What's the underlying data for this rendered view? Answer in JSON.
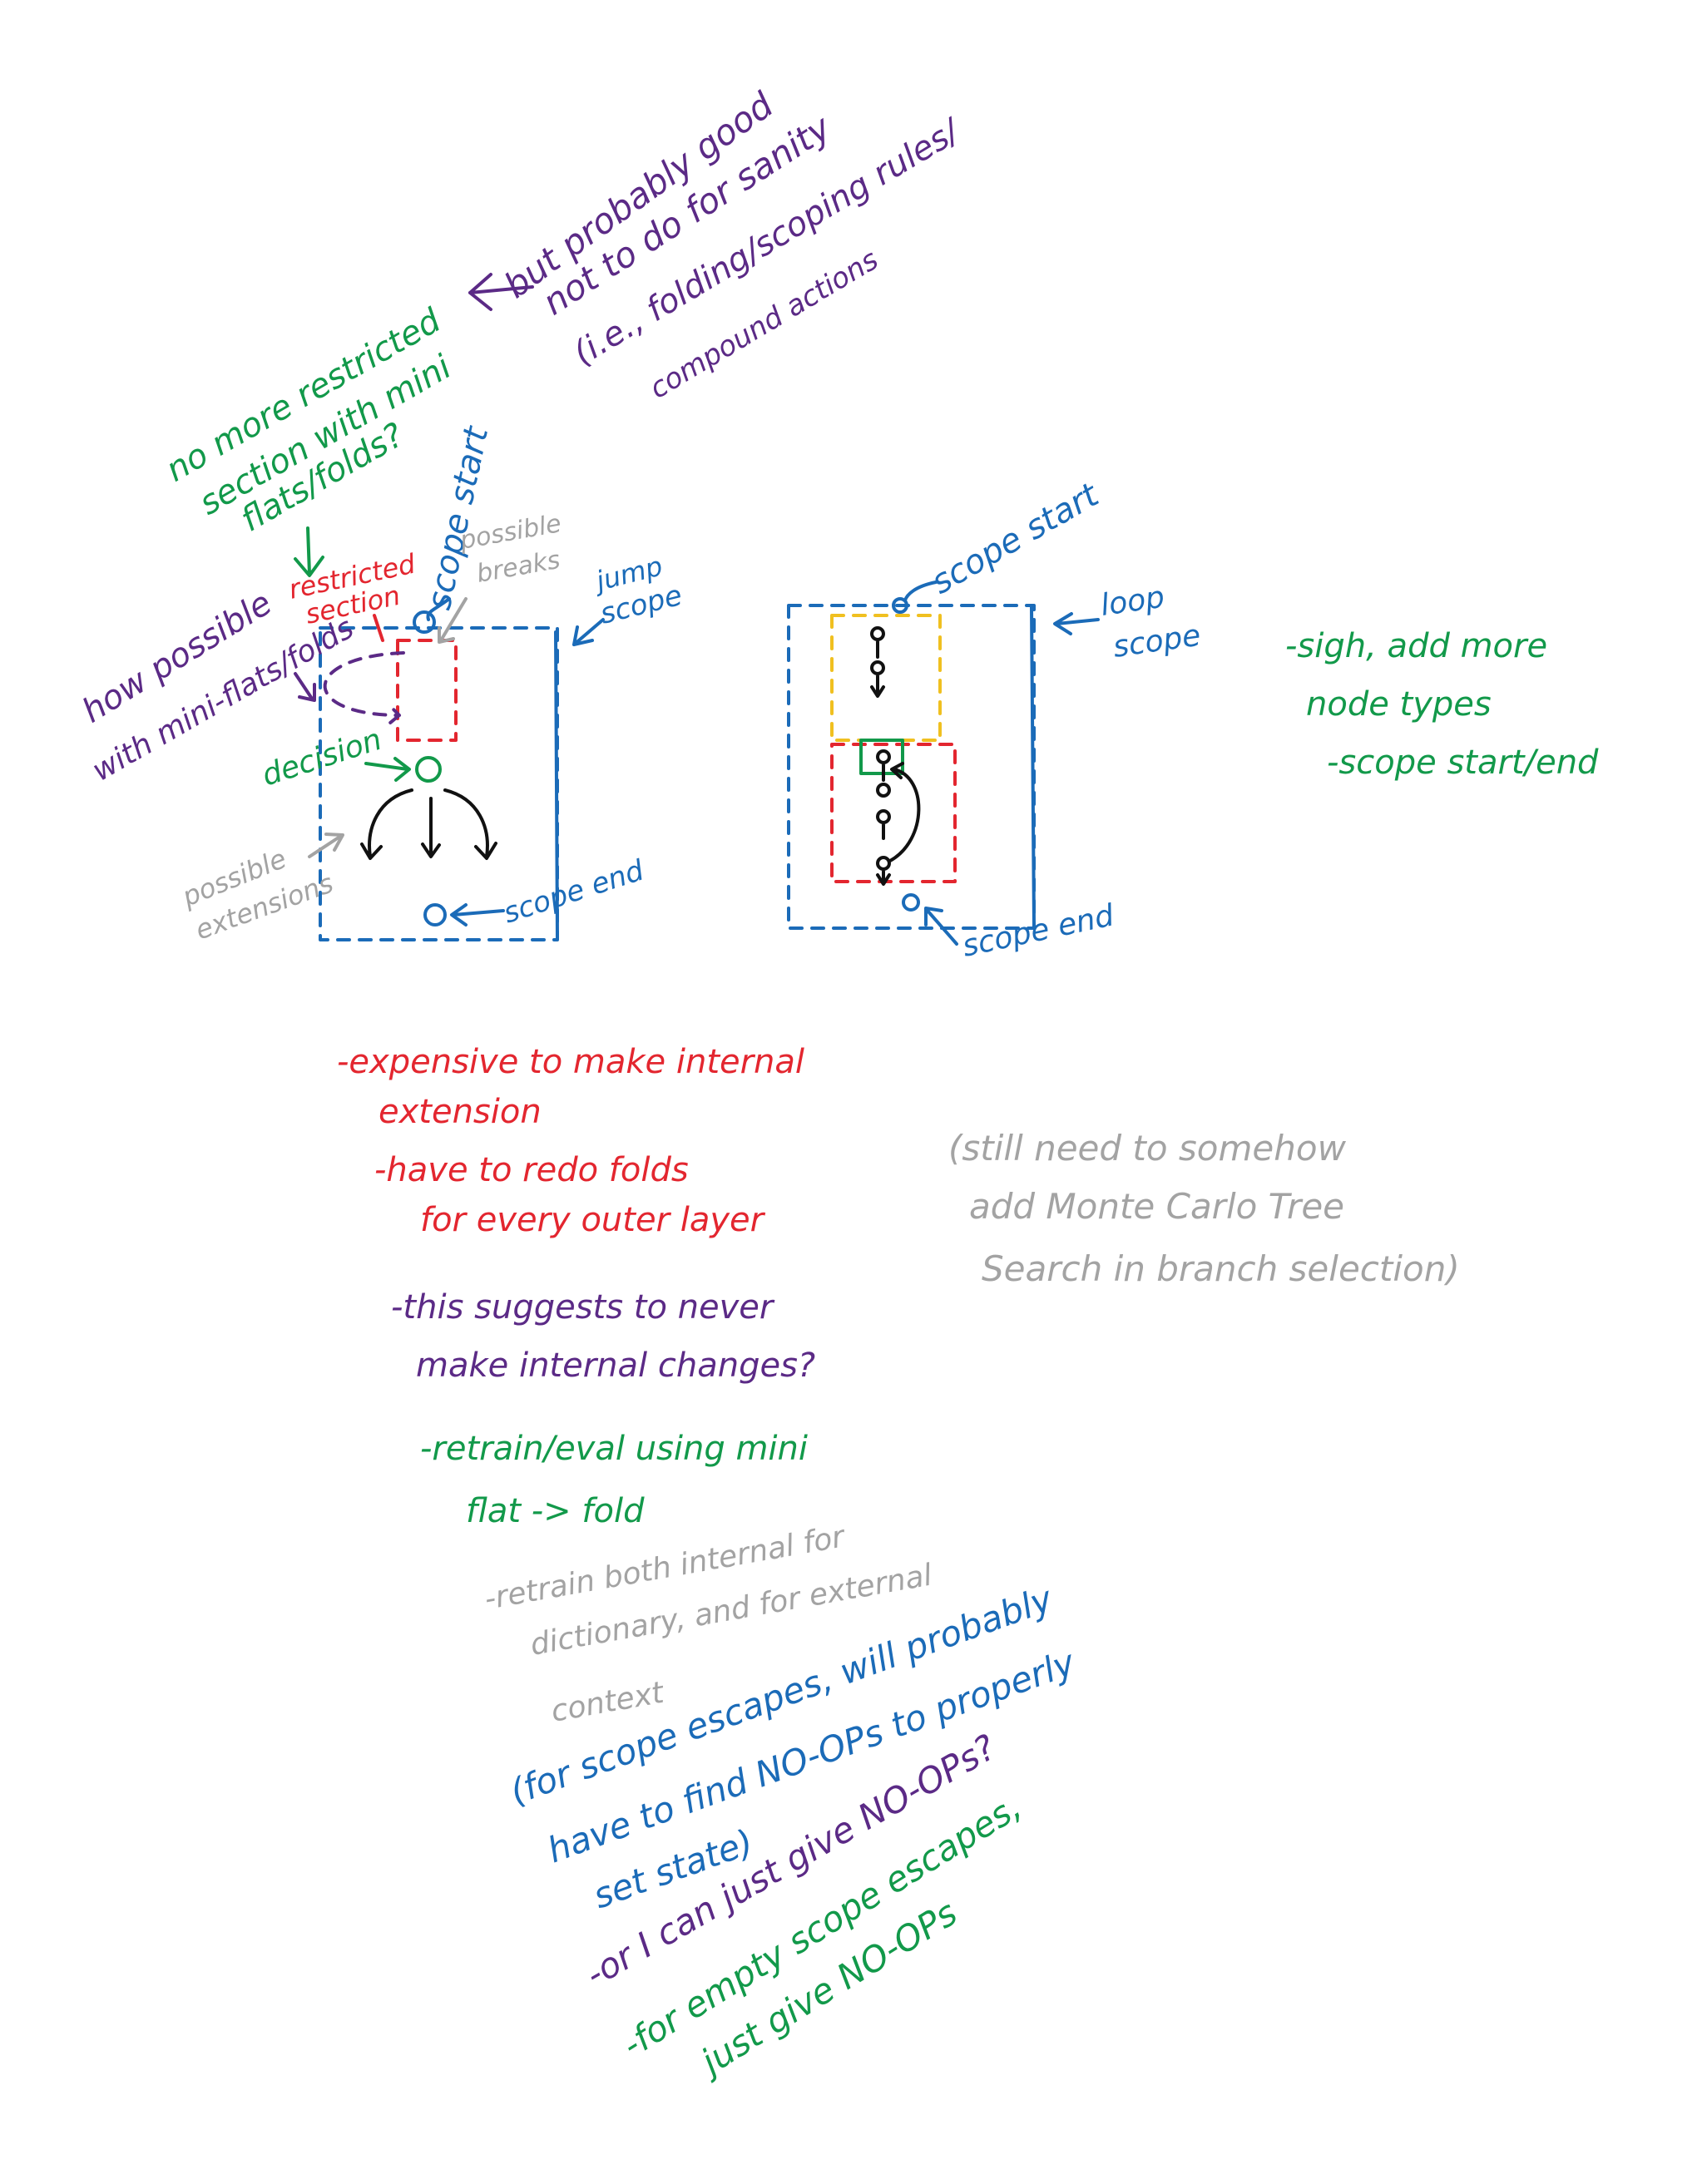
{
  "notes": {
    "but_probably": "but probably good",
    "not_to_do": "not to do for sanity",
    "folding_rules": "(i.e., folding/scoping rules/",
    "compound_actions": "compound actions",
    "no_more_1": "no more restricted",
    "no_more_2": "section with mini",
    "no_more_3": "flats/folds?",
    "scope_start_left": "scope start",
    "possible_breaks_1": "possible",
    "possible_breaks_2": "breaks",
    "jump_scope_1": "jump",
    "jump_scope_2": "scope",
    "restricted_1": "restricted",
    "restricted_2": "section",
    "how_possible_1": "how possible",
    "how_possible_2": "with mini-flats/folds",
    "decision": "decision",
    "possible_ext_1": "possible",
    "possible_ext_2": "extensions",
    "scope_end_left": "scope end",
    "scope_start_right": "scope start",
    "loop_scope_1": "loop",
    "loop_scope_2": "scope",
    "scope_end_right": "scope end",
    "sigh_1": "-sigh, add more",
    "sigh_2": "node types",
    "sigh_3": "-scope start/end",
    "expensive_1": "-expensive to make internal",
    "expensive_2": "extension",
    "redo_1": "-have to redo folds",
    "redo_2": "for every outer layer",
    "suggests_1": "-this suggests to never",
    "suggests_2": "make internal changes?",
    "retrain_1": "-retrain/eval using mini",
    "retrain_2": "flat -> fold",
    "retrain_both_1": "-retrain both internal for",
    "retrain_both_2": "dictionary, and for external",
    "retrain_both_3": "context",
    "still_1": "(still need to somehow",
    "still_2": "add Monte Carlo Tree",
    "still_3": "Search in branch selection)",
    "escapes_1": "(for scope escapes, will probably",
    "escapes_2": "have to find NO-OPs to properly",
    "escapes_3": "set state)",
    "or_1": "-or I can just give NO-OPs?",
    "empty_1": "-for empty scope escapes,",
    "empty_2": "just give NO-OPs"
  },
  "colors": {
    "purple": "#5b2a86",
    "green": "#12994a",
    "blue": "#1b6bb8",
    "red": "#e3262f",
    "gray": "#a3a3a3",
    "black": "#111111",
    "yellow": "#f0c020"
  }
}
